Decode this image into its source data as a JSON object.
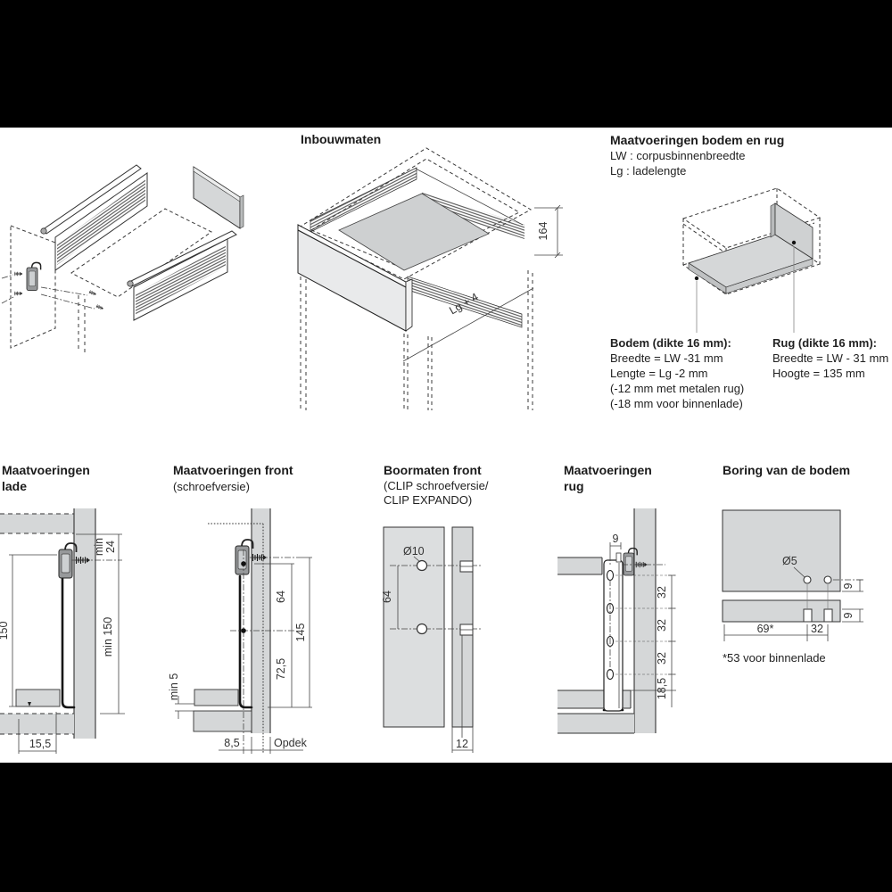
{
  "page": {
    "background": "#000000",
    "canvas": "#ffffff"
  },
  "colors": {
    "panel_gray": "#d5d7d8",
    "drawer_bottom_gray": "#ced0d1",
    "line": "#333333"
  },
  "sections": {
    "inbouwmaten": {
      "title": "Inbouwmaten",
      "dim_height": "164",
      "dim_length": "Lg + 4"
    },
    "bodem_rug": {
      "title": "Maatvoeringen bodem en rug",
      "legend": [
        "LW : corpusbinnenbreedte",
        "Lg : ladelengte"
      ],
      "bodem": {
        "heading": "Bodem (dikte 16 mm):",
        "lines": [
          "Breedte = LW -31 mm",
          "Lengte = Lg -2 mm",
          "(-12 mm met metalen rug)",
          "(-18 mm voor binnenlade)"
        ]
      },
      "rug": {
        "heading": "Rug (dikte 16 mm):",
        "lines": [
          "Breedte = LW - 31 mm",
          "Hoogte = 135 mm"
        ]
      }
    },
    "lade": {
      "title_line1": "Maatvoeringen",
      "title_line2": "lade",
      "dims": {
        "min24_line1": "min",
        "min24_line2": "24",
        "d150": "150",
        "min150": "min 150",
        "d155": "15,5"
      }
    },
    "front": {
      "title": "Maatvoeringen front",
      "subtitle": "(schroefversie)",
      "dims": {
        "d64": "64",
        "d145": "145",
        "d725": "72,5",
        "min5": "min 5",
        "d85": "8,5",
        "opdek": "Opdek"
      }
    },
    "boormaten": {
      "title": "Boormaten front",
      "subtitle_line1": "(CLIP schroefversie/",
      "subtitle_line2": "CLIP EXPANDO)",
      "dims": {
        "dia10": "Ø10",
        "d64": "64",
        "d12": "12"
      }
    },
    "rug": {
      "title_line1": "Maatvoeringen",
      "title_line2": "rug",
      "dims": {
        "d9": "9",
        "d32a": "32",
        "d32b": "32",
        "d32c": "32",
        "d185": "18,5"
      }
    },
    "boring": {
      "title": "Boring van de bodem",
      "dims": {
        "dia5": "Ø5",
        "d9a": "9",
        "d9b": "9",
        "d69": "69*",
        "d32": "32"
      },
      "note": "*53 voor binnenlade"
    }
  }
}
